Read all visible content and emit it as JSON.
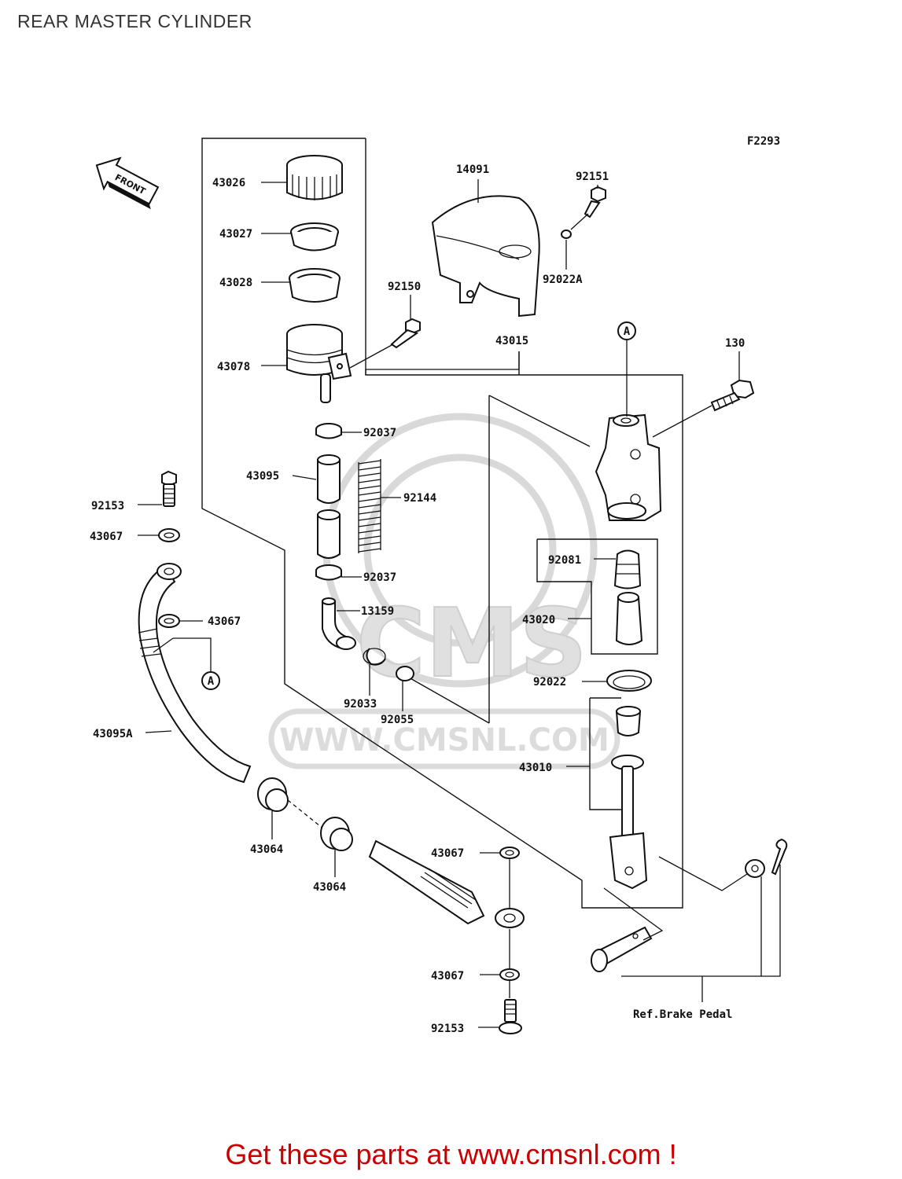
{
  "title": "REAR MASTER CYLINDER",
  "figure_id": "F2293",
  "front_label": "FRONT",
  "watermark": {
    "brand": "CMS",
    "url": "WWW.CMSNL.COM"
  },
  "callouts": {
    "a1": "A",
    "a2": "A"
  },
  "ref_note": "Ref.Brake Pedal",
  "parts": {
    "p43026": "43026",
    "p43027": "43027",
    "p43028": "43028",
    "p43078": "43078",
    "p92037a": "92037",
    "p43095": "43095",
    "p92144": "92144",
    "p92037b": "92037",
    "p13159": "13159",
    "p92033": "92033",
    "p92055": "92055",
    "p92153a": "92153",
    "p43067a": "43067",
    "p43067b": "43067",
    "p43095a": "43095A",
    "p43064a": "43064",
    "p43064b": "43064",
    "p43067c": "43067",
    "p43067d": "43067",
    "p92153b": "92153",
    "p14091": "14091",
    "p92151": "92151",
    "p92022a": "92022A",
    "p92150": "92150",
    "p43015": "43015",
    "p130": "130",
    "p92081": "92081",
    "p43020": "43020",
    "p92022": "92022",
    "p43010": "43010"
  },
  "footer": "Get these parts at www.cmsnl.com !"
}
